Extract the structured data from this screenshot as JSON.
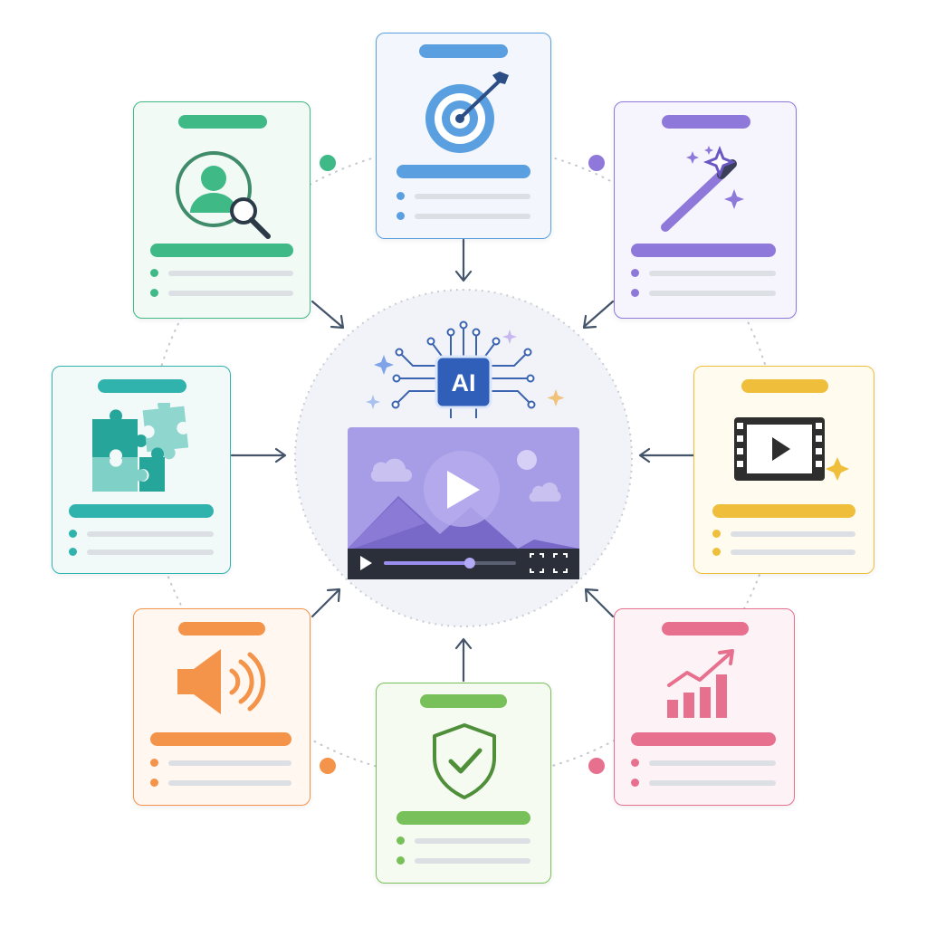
{
  "hub": {
    "ai_label": "AI",
    "colors": {
      "circle_fill": "#f1f3f8",
      "circle_stroke": "#c9ccd3",
      "chip": "#2f5fb8",
      "circuit": "#3b64b0",
      "video_bg": "#a79ce6",
      "mountain": "#7868c7",
      "controls_bg": "#2b2f3a",
      "progress": "#9a8ff0"
    },
    "video_progress": 0.65
  },
  "cards": [
    {
      "id": "audience",
      "icon": "user-search-icon",
      "color": "#3fb985",
      "bg": "#f2faf6"
    },
    {
      "id": "goal",
      "icon": "target-arrow-icon",
      "color": "#5aa0e0",
      "bg": "#f3f7fd"
    },
    {
      "id": "magic",
      "icon": "magic-wand-icon",
      "color": "#8e79db",
      "bg": "#f6f4fc"
    },
    {
      "id": "assembly",
      "icon": "puzzle-icon",
      "color": "#30b3ad",
      "bg": "#f1faf9"
    },
    {
      "id": "video",
      "icon": "film-play-icon",
      "color": "#efbf3c",
      "bg": "#fffbee"
    },
    {
      "id": "audio",
      "icon": "speaker-icon",
      "color": "#f4934a",
      "bg": "#fff7f0"
    },
    {
      "id": "security",
      "icon": "shield-check-icon",
      "color": "#78c05a",
      "bg": "#f5fbf1"
    },
    {
      "id": "growth",
      "icon": "growth-chart-icon",
      "color": "#e7708f",
      "bg": "#fdf3f6"
    }
  ],
  "connector_color": "#44546a",
  "ring_color": "#c4c7cd"
}
